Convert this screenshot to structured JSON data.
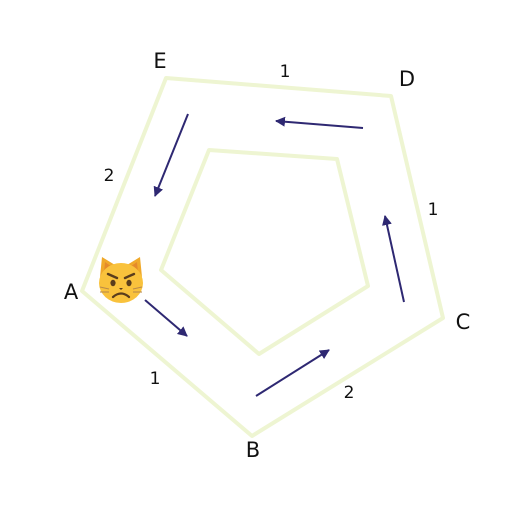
{
  "colors": {
    "track": "#eef5d2",
    "arrow": "#2e2872",
    "text": "#111111",
    "token_face": "#f9c23c",
    "token_shadow": "#f0a92a",
    "token_features": "#5a3d1c"
  },
  "vertices": [
    {
      "id": "A",
      "label": "A"
    },
    {
      "id": "B",
      "label": "B"
    },
    {
      "id": "C",
      "label": "C"
    },
    {
      "id": "D",
      "label": "D"
    },
    {
      "id": "E",
      "label": "E"
    }
  ],
  "edges": [
    {
      "from": "A",
      "to": "B",
      "label": "1"
    },
    {
      "from": "B",
      "to": "C",
      "label": "2"
    },
    {
      "from": "C",
      "to": "D",
      "label": "1"
    },
    {
      "from": "D",
      "to": "E",
      "label": "1"
    },
    {
      "from": "E",
      "to": "A",
      "label": "2"
    }
  ],
  "direction_arrows": [
    {
      "edge": "A-B"
    },
    {
      "edge": "B-C"
    },
    {
      "edge": "C-D"
    },
    {
      "edge": "D-E"
    },
    {
      "edge": "E-A"
    }
  ],
  "token": {
    "icon": "pouting-cat-face-icon",
    "at_vertex": "A"
  }
}
